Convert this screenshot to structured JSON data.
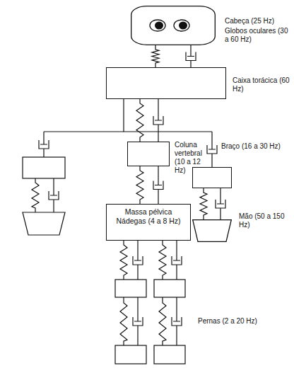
{
  "diagram": {
    "nodes": [
      {
        "text": [
          "Cabeça (25 Hz)",
          "Globos oculares (30 a 60 Hz)"
        ]
      },
      {
        "text": [
          "Caixa torácica (60 Hz)"
        ]
      },
      {
        "text": [
          "Coluna vertebral (10 a 12 Hz)"
        ]
      },
      {
        "text": [
          "Braço (16 a 30 Hz)"
        ]
      },
      {
        "text": [
          "Massa pélvica Nádegas (4 a 8 Hz)"
        ]
      },
      {
        "text": [
          "Mão (50 a 150 Hz)"
        ]
      }
    ],
    "edges": [
      {
        "from": 0,
        "to": 1,
        "arrow": "none"
      },
      {
        "from": 1,
        "to": 2,
        "arrow": "none"
      },
      {
        "from": 1,
        "to": 3,
        "arrow": "none"
      },
      {
        "from": 2,
        "to": 4,
        "arrow": "none"
      },
      {
        "from": 3,
        "to": 5,
        "arrow": "none"
      }
    ],
    "labels": [
      "Pernas (2 a 20 Hz)"
    ]
  }
}
